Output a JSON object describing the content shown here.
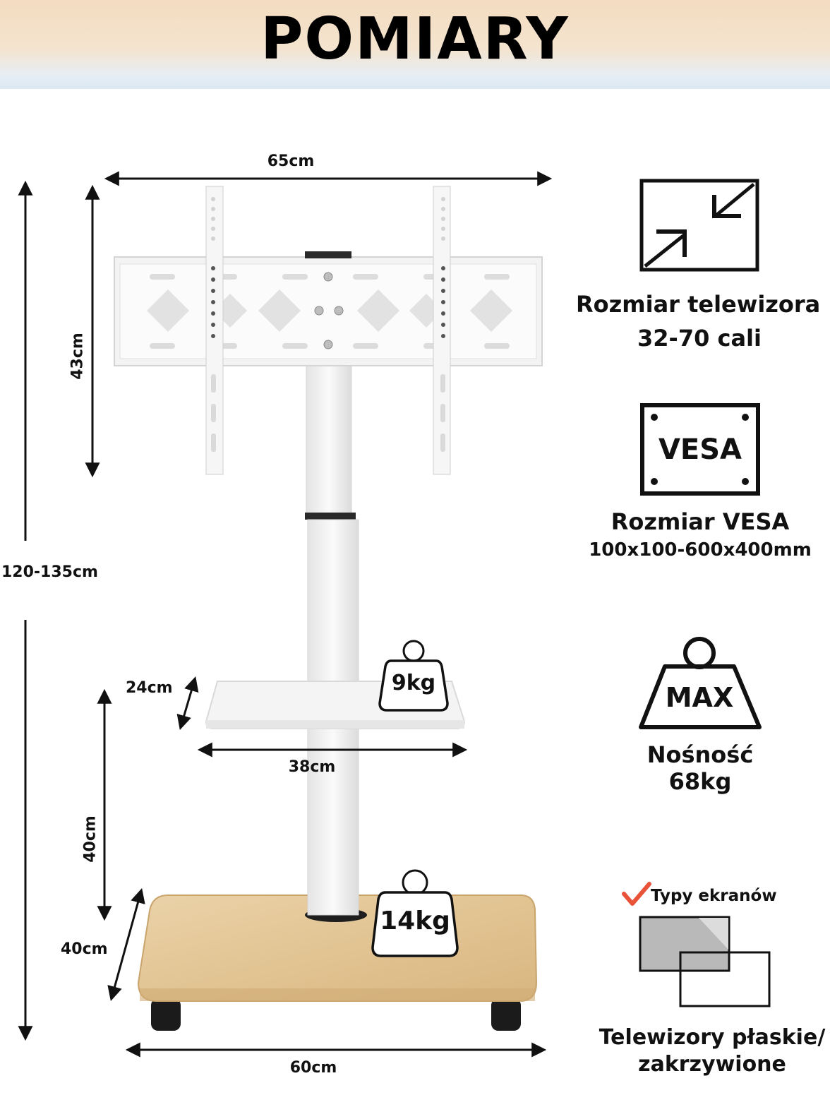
{
  "header": {
    "title": "POMIARY"
  },
  "dimensions": {
    "mount_width": "65cm",
    "mount_height": "43cm",
    "total_height": "120-135cm",
    "shelf_depth": "24cm",
    "shelf_width": "38cm",
    "shelf_height": "40cm",
    "base_depth": "40cm",
    "base_width": "60cm"
  },
  "loads": {
    "shelf": "9kg",
    "base": "14kg"
  },
  "features": {
    "tv_size": {
      "title": "Rozmiar telewizora",
      "value": "32-70 cali",
      "icon": "resize-icon"
    },
    "vesa": {
      "icon_label": "VESA",
      "title": "Rozmiar VESA",
      "value": "100x100-600x400mm"
    },
    "capacity": {
      "icon_label": "MAX",
      "title": "Nośność",
      "value": "68kg"
    },
    "screen_types": {
      "label": "Typy ekranów",
      "title_line1": "Telewizory płaskie/",
      "title_line2": "zakrzywione"
    }
  },
  "colors": {
    "accent_check": "#e8533a",
    "wood": "#e3c79a",
    "stand": "#f2f2f2",
    "header_top": "#f3dcc0",
    "header_bottom": "#dbe9f3"
  }
}
